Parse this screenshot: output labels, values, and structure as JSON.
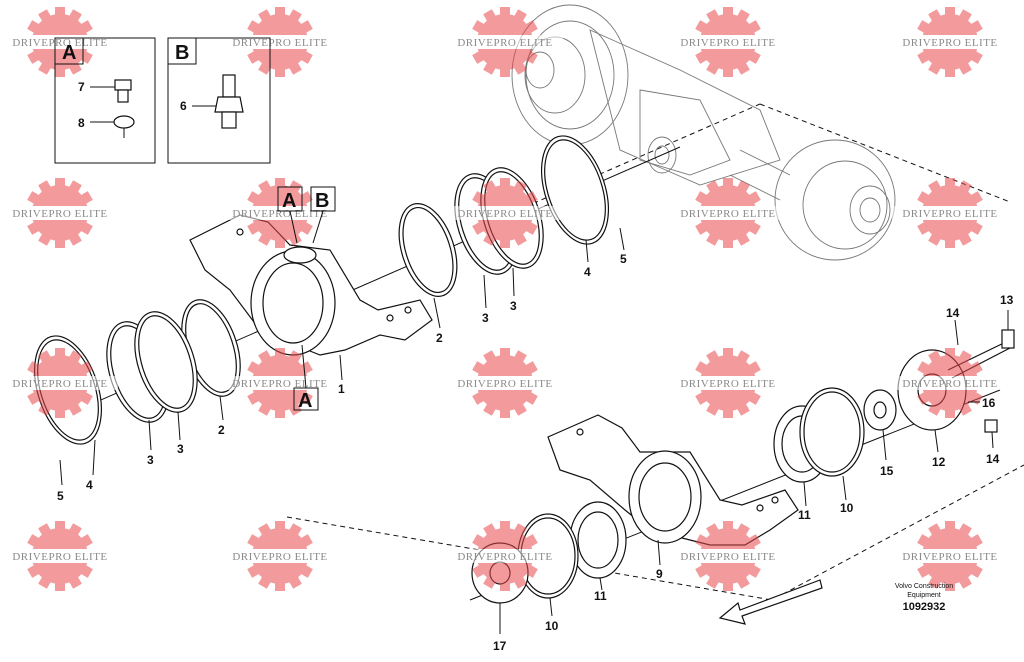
{
  "watermark": {
    "text": "DRIVEPRO ELITE",
    "color": "#e8494c"
  },
  "detail_boxes": {
    "box_a": {
      "letter": "A",
      "parts": [
        "7",
        "8"
      ]
    },
    "box_b": {
      "letter": "B",
      "parts": [
        "6"
      ]
    }
  },
  "callouts": {
    "top_a": "A",
    "top_b": "B",
    "lower_a": "A"
  },
  "part_numbers": {
    "p1": "1",
    "p2a": "2",
    "p2b": "2",
    "p3a": "3",
    "p3b": "3",
    "p3c": "3",
    "p3d": "3",
    "p4a": "4",
    "p4b": "4",
    "p5a": "5",
    "p5b": "5",
    "p9": "9",
    "p10a": "10",
    "p10b": "10",
    "p11a": "11",
    "p11b": "11",
    "p12": "12",
    "p13": "13",
    "p14a": "14",
    "p14b": "14",
    "p15": "15",
    "p16": "16",
    "p17": "17"
  },
  "credit": {
    "line1": "Volvo Construction",
    "line2": "Equipment",
    "number": "1092932"
  }
}
